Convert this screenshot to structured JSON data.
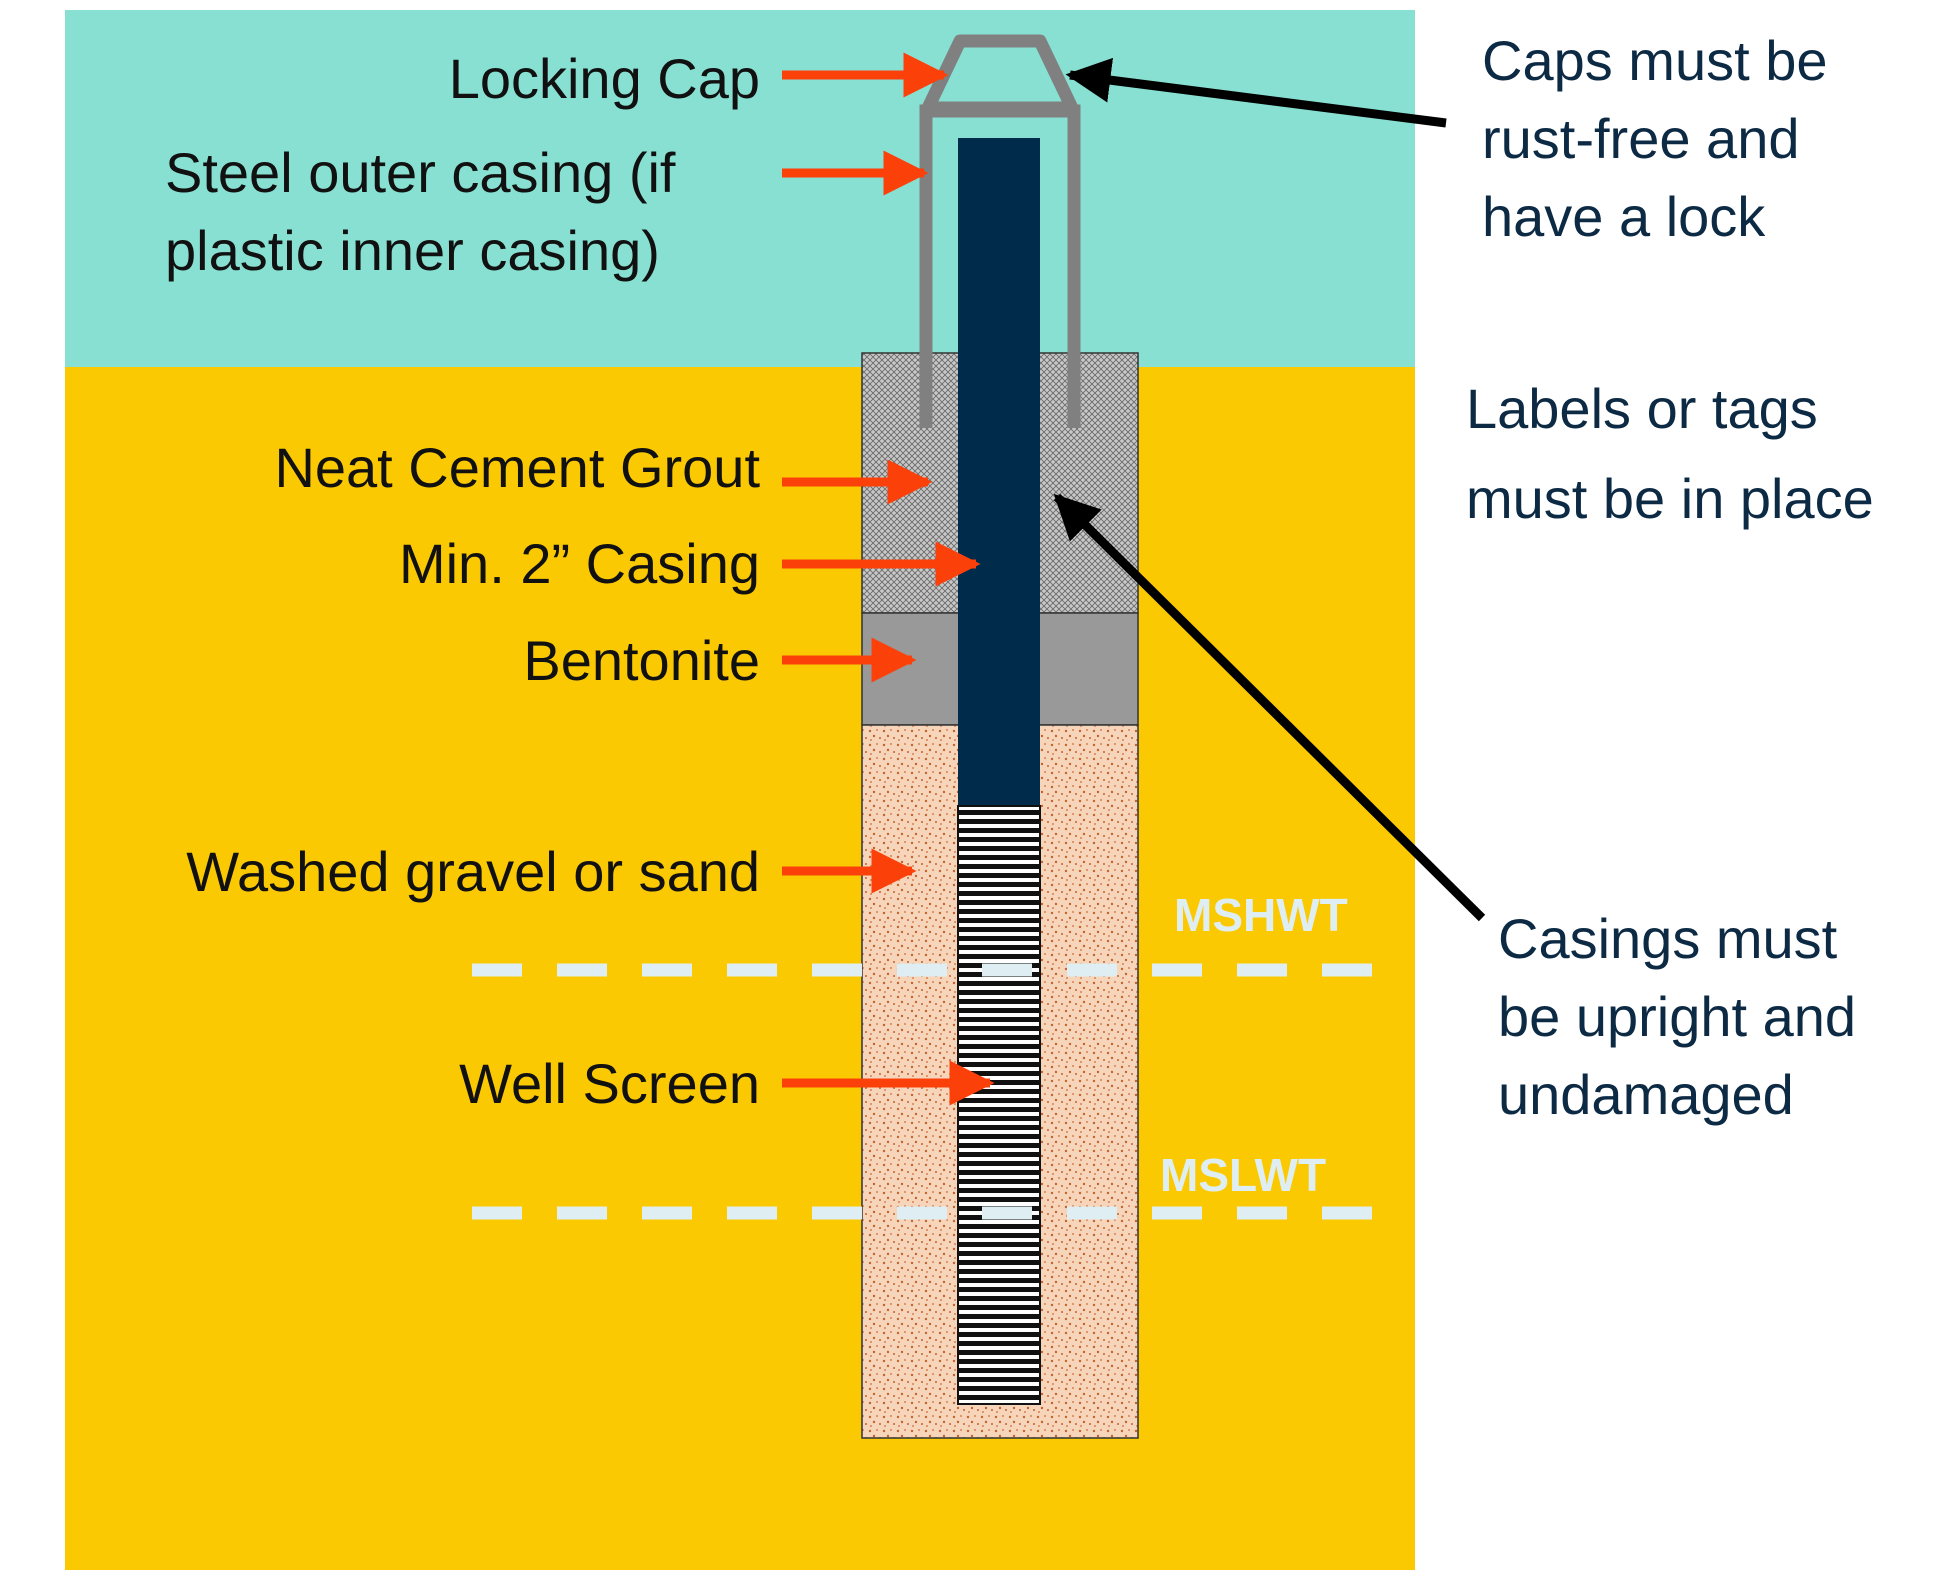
{
  "labels": {
    "locking_cap": "Locking Cap",
    "steel_casing_line1": "Steel outer casing (if",
    "steel_casing_line2": "plastic inner casing)",
    "neat_cement": "Neat Cement Grout",
    "min_casing": "Min. 2” Casing",
    "bentonite": "Bentonite",
    "gravel": "Washed gravel or sand",
    "well_screen": "Well Screen"
  },
  "water_tables": {
    "high": "MSHWT",
    "low": "MSLWT"
  },
  "notes": {
    "caps_line1": "Caps must be",
    "caps_line2": "rust-free and",
    "caps_line3": "have a lock",
    "labels_line1": "Labels or tags",
    "labels_line2": "must be in place",
    "casings_line1": "Casings must",
    "casings_line2": "be upright and",
    "casings_line3": "undamaged"
  },
  "colors": {
    "sky": "#88e0d2",
    "soil": "#fbc901",
    "casing": "#002b4a",
    "bentonite": "#999999",
    "outer_casing": "#808080",
    "callout_arrow": "#fb4109",
    "note_arrow": "#000000",
    "note_text": "#0d2a44",
    "dash": "#dfeef2"
  }
}
